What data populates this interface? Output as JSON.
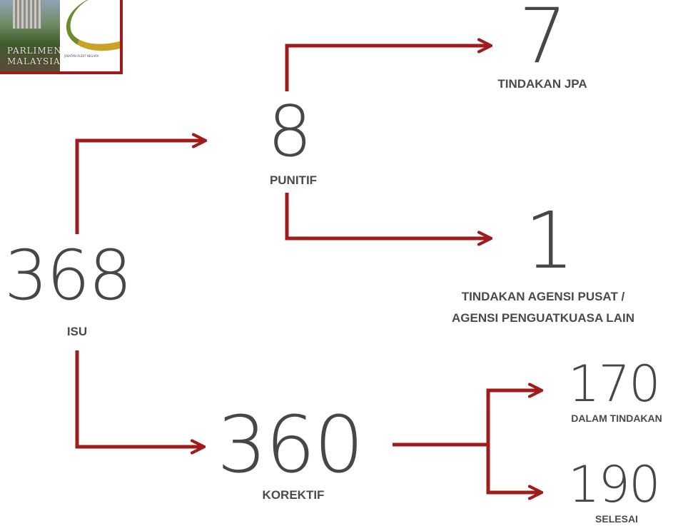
{
  "colors": {
    "arrow": "#a01c1c",
    "number": "#474747",
    "label": "#4a4a4a"
  },
  "report_cover": {
    "title_line1": "PARLIMEN",
    "title_line2": "MALAYSIA",
    "agency": "JABATAN AUDIT NEGARA"
  },
  "nodes": {
    "isu": {
      "value": "368",
      "label": "ISU"
    },
    "punitif": {
      "value": "8",
      "label": "PUNITIF"
    },
    "korektif": {
      "value": "360",
      "label": "KOREKTIF"
    },
    "tindakan_jpa": {
      "value": "7",
      "label": "TINDAKAN JPA"
    },
    "agensi_pusat": {
      "value": "1",
      "label_line1": "TINDAKAN AGENSI PUSAT /",
      "label_line2": "AGENSI PENGUATKUASA LAIN"
    },
    "dalam_tindakan": {
      "value": "170",
      "label": "DALAM TINDAKAN"
    },
    "selesai": {
      "value": "190",
      "label": "SELESAI"
    }
  }
}
